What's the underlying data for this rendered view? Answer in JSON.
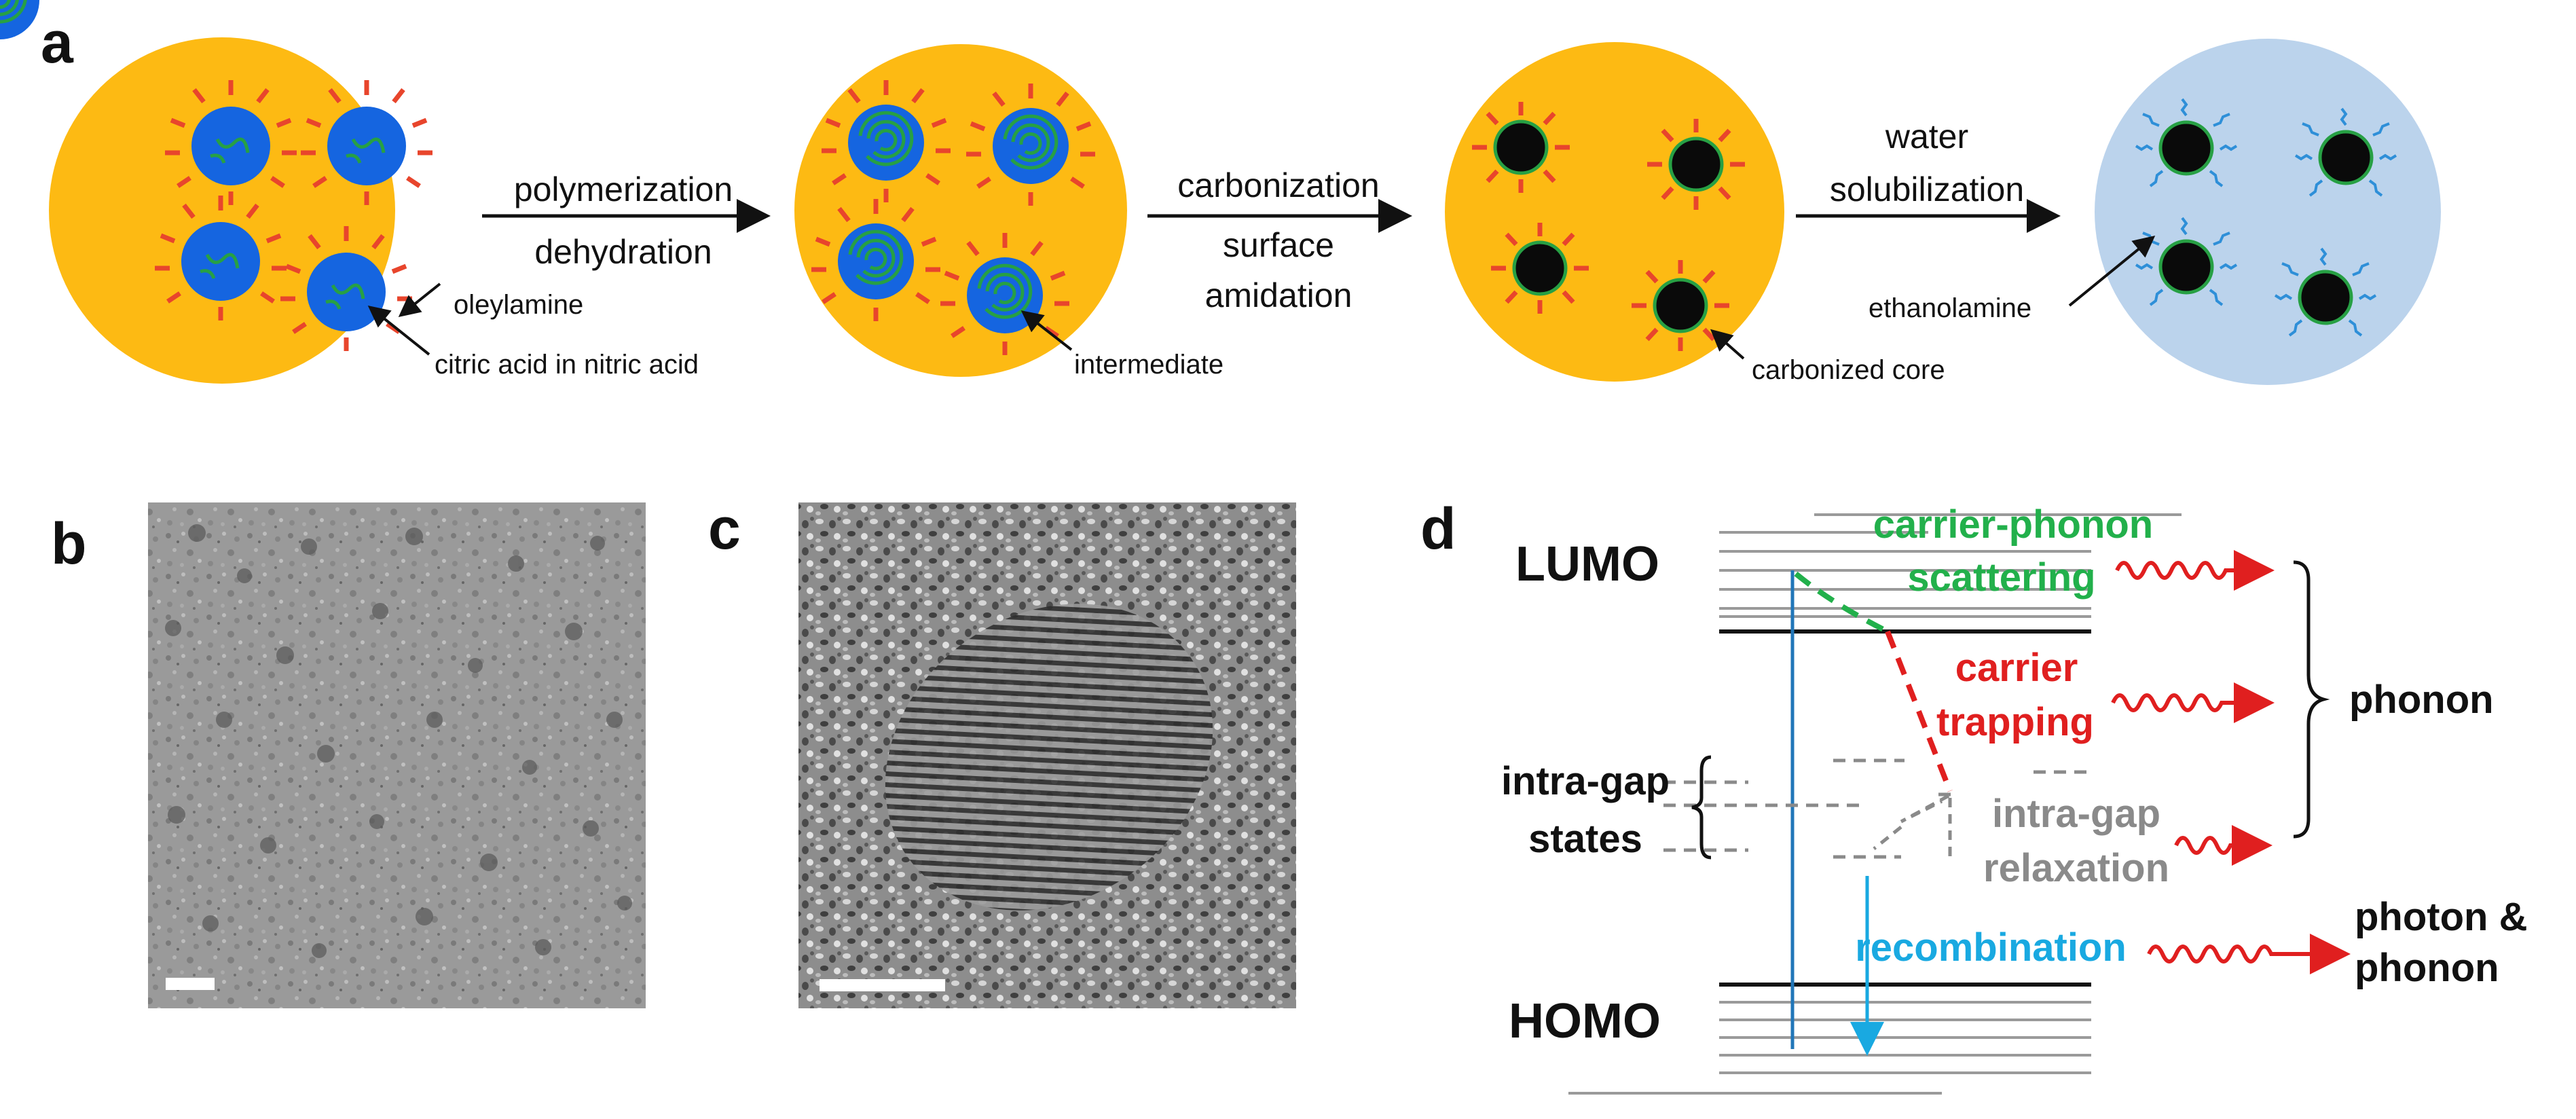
{
  "figure": {
    "panel_labels": {
      "a": "a",
      "b": "b",
      "c": "c",
      "d": "d"
    },
    "panel_a": {
      "steps": [
        {
          "line1": "polymerization",
          "line2": "dehydration"
        },
        {
          "line1": "carbonization",
          "line2": "surface",
          "line3": "amidation"
        },
        {
          "line1": "water",
          "line2": "solubilization"
        }
      ],
      "annotations": {
        "oleylamine": "oleylamine",
        "citric": "citric acid in nitric acid",
        "intermediate": "intermediate",
        "carbonized": "carbonized core",
        "ethanolamine": "ethanolamine"
      },
      "colors": {
        "droplet": "#FDBA13",
        "water": "#BBD3EC",
        "precursor": "#1565E0",
        "core": "#0a0a0a",
        "ligand_red": "#E8452C",
        "ligand_blue": "#2E8FD8",
        "shell_green": "#27A044"
      }
    },
    "panel_d": {
      "lumo": "LUMO",
      "homo": "HOMO",
      "carrier_phonon_1": "carrier-phonon",
      "carrier_phonon_2": "scattering",
      "carrier_trapping_1": "carrier",
      "carrier_trapping_2": "trapping",
      "intragap_states_1": "intra-gap",
      "intragap_states_2": "states",
      "intragap_relax_1": "intra-gap",
      "intragap_relax_2": "relaxation",
      "recombination": "recombination",
      "phonon": "phonon",
      "photon_1": "photon &",
      "photon_2": "phonon",
      "colors": {
        "green": "#22B04B",
        "red": "#E01F1F",
        "gray": "#8A8A8A",
        "blue": "#19A9E1",
        "line_blue": "#2176B8"
      }
    }
  }
}
